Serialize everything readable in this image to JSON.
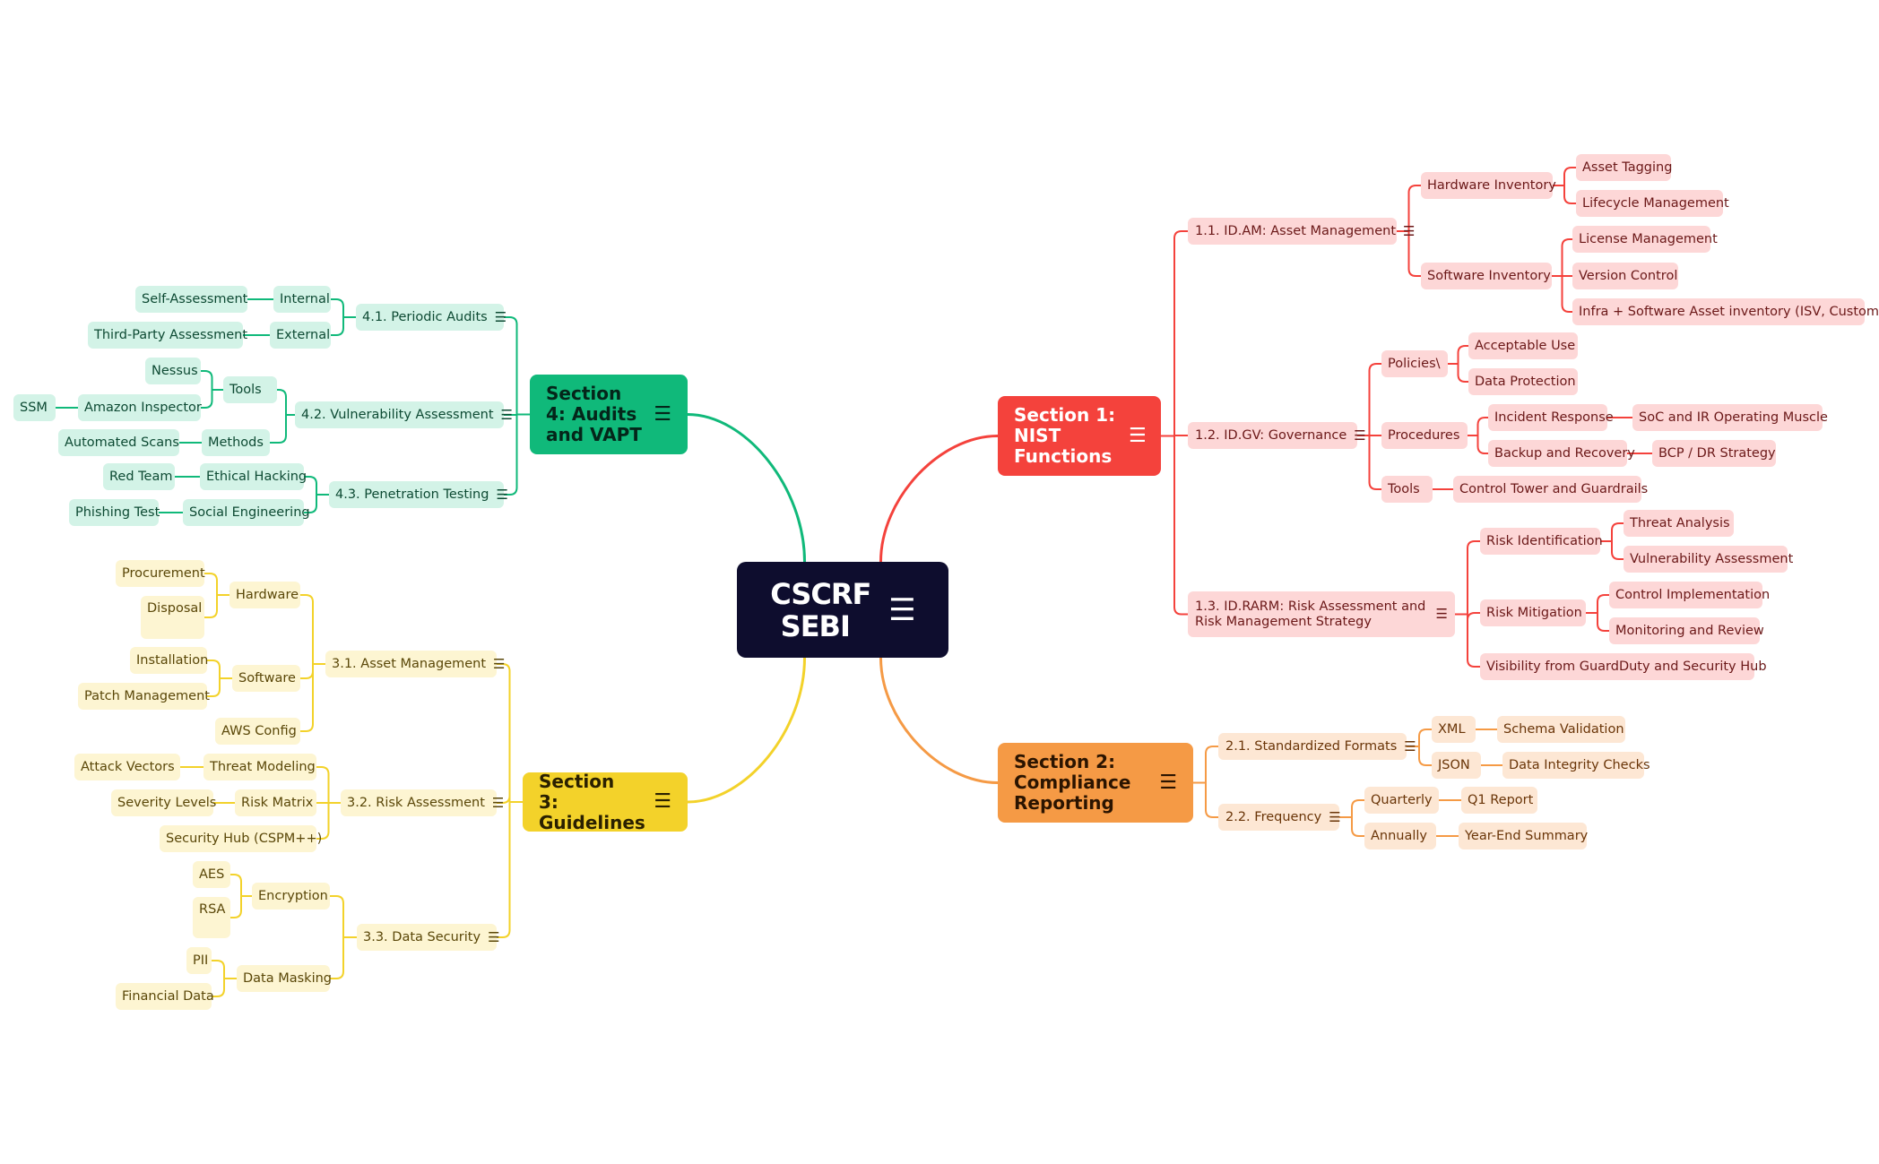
{
  "root": {
    "label": "CSCRF SEBI",
    "note_icon": "notes-icon"
  },
  "colors": {
    "red": "#f4423c",
    "orange": "#f59a45",
    "yellow": "#f3d22a",
    "green": "#10b97a",
    "root": "#0e0d2e"
  },
  "sections": [
    {
      "label": "Section 1: NIST Functions",
      "color": "red",
      "children": [
        {
          "label": "1.1. ID.AM: Asset Management",
          "children": [
            {
              "label": "Hardware Inventory",
              "children": [
                {
                  "label": "Asset Tagging"
                },
                {
                  "label": "Lifecycle Management"
                }
              ]
            },
            {
              "label": "Software Inventory",
              "children": [
                {
                  "label": "License Management"
                },
                {
                  "label": "Version Control"
                },
                {
                  "label": "Infra + Software Asset inventory (ISV, Custom )"
                }
              ]
            }
          ]
        },
        {
          "label": "1.2. ID.GV: Governance",
          "children": [
            {
              "label": "Policies\\",
              "children": [
                {
                  "label": "Acceptable Use"
                },
                {
                  "label": "Data Protection"
                }
              ]
            },
            {
              "label": "Procedures",
              "children": [
                {
                  "label": "Incident Response",
                  "children": [
                    {
                      "label": "SoC and IR Operating Muscle"
                    }
                  ]
                },
                {
                  "label": "Backup and Recovery",
                  "children": [
                    {
                      "label": "BCP / DR Strategy"
                    }
                  ]
                }
              ]
            },
            {
              "label": "Tools",
              "children": [
                {
                  "label": "Control Tower and Guardrails"
                }
              ]
            }
          ]
        },
        {
          "label": "1.3. ID.RARM: Risk Assessment and Risk Management Strategy",
          "children": [
            {
              "label": "Risk Identification",
              "children": [
                {
                  "label": "Threat Analysis"
                },
                {
                  "label": "Vulnerability Assessment"
                }
              ]
            },
            {
              "label": "Risk Mitigation",
              "children": [
                {
                  "label": "Control Implementation"
                },
                {
                  "label": "Monitoring and Review"
                }
              ]
            },
            {
              "label": "Visibility from GuardDuty and Security Hub"
            }
          ]
        }
      ]
    },
    {
      "label": "Section 2: Compliance Reporting",
      "color": "orange",
      "children": [
        {
          "label": "2.1. Standardized Formats",
          "children": [
            {
              "label": "XML",
              "children": [
                {
                  "label": "Schema Validation"
                }
              ]
            },
            {
              "label": "JSON",
              "children": [
                {
                  "label": "Data Integrity Checks"
                }
              ]
            }
          ]
        },
        {
          "label": "2.2. Frequency",
          "children": [
            {
              "label": "Quarterly",
              "children": [
                {
                  "label": "Q1 Report"
                }
              ]
            },
            {
              "label": "Annually",
              "children": [
                {
                  "label": "Year-End Summary"
                }
              ]
            }
          ]
        }
      ]
    },
    {
      "label": "Section 3: Guidelines",
      "color": "yellow",
      "children": [
        {
          "label": "3.1. Asset Management",
          "children": [
            {
              "label": "Hardware",
              "children": [
                {
                  "label": "Procurement"
                },
                {
                  "label": "Disposal"
                }
              ]
            },
            {
              "label": "Software",
              "children": [
                {
                  "label": "Installation"
                },
                {
                  "label": "Patch Management"
                }
              ]
            },
            {
              "label": "AWS Config"
            }
          ]
        },
        {
          "label": "3.2. Risk Assessment",
          "children": [
            {
              "label": "Threat Modeling",
              "children": [
                {
                  "label": "Attack Vectors"
                }
              ]
            },
            {
              "label": "Risk Matrix",
              "children": [
                {
                  "label": "Severity Levels"
                }
              ]
            },
            {
              "label": "Security Hub (CSPM++)"
            }
          ]
        },
        {
          "label": "3.3. Data Security",
          "children": [
            {
              "label": "Encryption",
              "children": [
                {
                  "label": "AES"
                },
                {
                  "label": "RSA"
                }
              ]
            },
            {
              "label": "Data Masking",
              "children": [
                {
                  "label": "PII"
                },
                {
                  "label": "Financial Data"
                }
              ]
            }
          ]
        }
      ]
    },
    {
      "label": "Section 4: Audits and VAPT",
      "color": "green",
      "children": [
        {
          "label": "4.1. Periodic Audits",
          "children": [
            {
              "label": "Internal",
              "children": [
                {
                  "label": "Self-Assessment"
                }
              ]
            },
            {
              "label": "External",
              "children": [
                {
                  "label": "Third-Party Assessment"
                }
              ]
            }
          ]
        },
        {
          "label": "4.2. Vulnerability Assessment",
          "children": [
            {
              "label": "Tools",
              "children": [
                {
                  "label": "Nessus"
                },
                {
                  "label": "Amazon Inspector",
                  "children": [
                    {
                      "label": "SSM"
                    }
                  ]
                }
              ]
            },
            {
              "label": "Methods",
              "children": [
                {
                  "label": "Automated Scans"
                }
              ]
            }
          ]
        },
        {
          "label": "4.3. Penetration Testing",
          "children": [
            {
              "label": "Ethical Hacking",
              "children": [
                {
                  "label": "Red Team"
                }
              ]
            },
            {
              "label": "Social Engineering",
              "children": [
                {
                  "label": "Phishing Test"
                }
              ]
            }
          ]
        }
      ]
    }
  ]
}
